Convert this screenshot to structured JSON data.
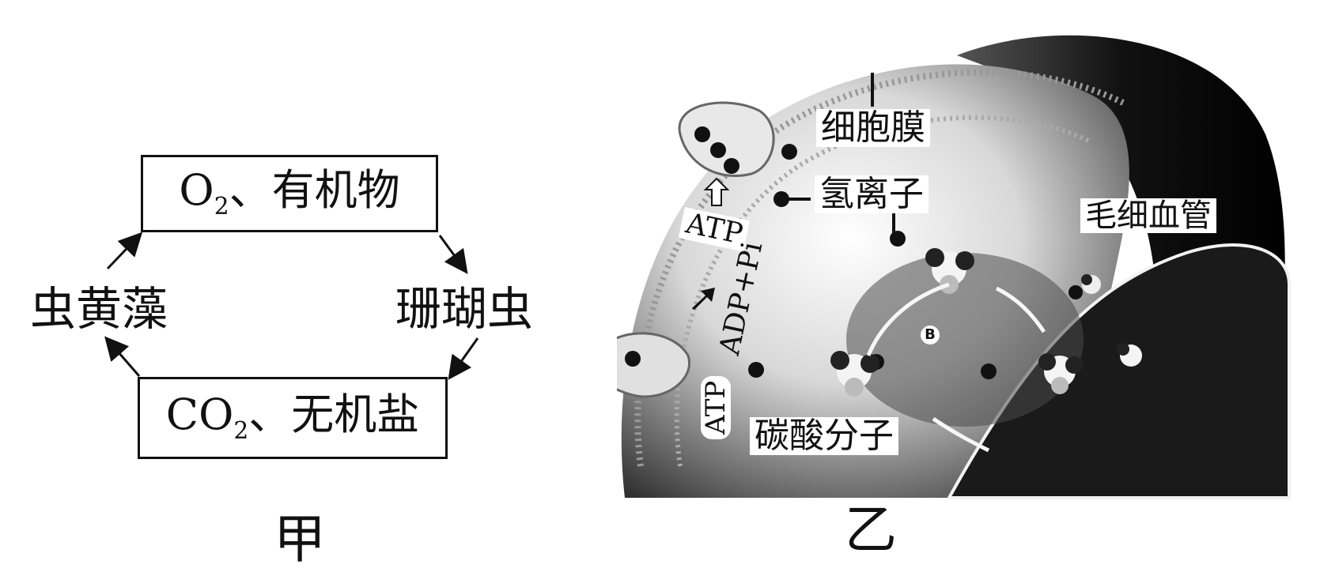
{
  "diagram_a": {
    "box_top": {
      "pre": "O",
      "sub": "2",
      "post": "、有机物"
    },
    "box_bottom": {
      "pre": "CO",
      "sub": "2",
      "post": "、无机盐"
    },
    "left_node": "虫黄藻",
    "right_node": "珊瑚虫",
    "caption": "甲"
  },
  "diagram_b": {
    "labels": {
      "membrane": "细胞膜",
      "hydrogen_ion": "氢离子",
      "capillary": "毛细血管",
      "atp_top": "ATP",
      "adp_pi": "ADP+Pi",
      "atp_bottom": "ATP",
      "carbonic_acid": "碳酸分子",
      "marker_b": "B"
    },
    "caption": "乙"
  }
}
